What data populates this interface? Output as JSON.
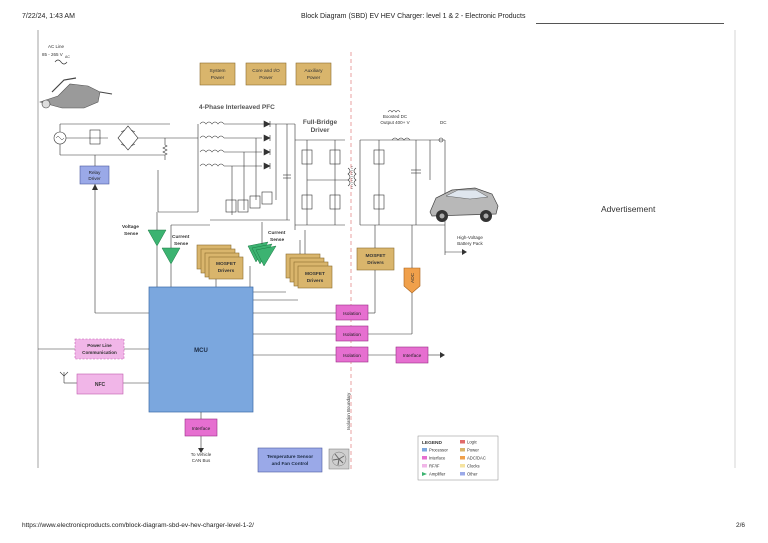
{
  "header": {
    "datetime": "7/22/24, 1:43 AM",
    "title": "Block Diagram (SBD) EV HEV Charger: level 1 & 2 - Electronic Products"
  },
  "footer": {
    "url": "https://www.electronicproducts.com/block-diagram-sbd-ev-hev-charger-level-1-2/",
    "page": "2/6"
  },
  "advertisement": "Advertisement",
  "diagram": {
    "ac_line": [
      "AC Line",
      "85 - 265 V",
      "AC"
    ],
    "power_blocks": [
      "System",
      "Power",
      "Core and I/O",
      "Power",
      "Auxiliary",
      "Power"
    ],
    "pfc_title": "4-Phase Interleaved PFC",
    "full_bridge": [
      "Full-Bridge",
      "Driver"
    ],
    "boosted_dc": [
      "Boosted DC",
      "Output 400+ V"
    ],
    "dc": "DC",
    "relay_driver": [
      "Relay",
      "Driver"
    ],
    "voltage_sense": [
      "Voltage",
      "Sense"
    ],
    "current_sense_1": [
      "Current",
      "Sense"
    ],
    "current_sense_2": [
      "Current",
      "Sense"
    ],
    "mosfet_drivers_1": [
      "MOSFET",
      "Drivers"
    ],
    "mosfet_drivers_2": [
      "MOSFET",
      "Drivers"
    ],
    "mosfet_drivers_3": [
      "MOSFET",
      "Drivers"
    ],
    "adc": "ADC",
    "battery": [
      "High-Voltage",
      "Battery Pack"
    ],
    "isolation_1": "Isolation",
    "isolation_2": "Isolation",
    "isolation_3": "Isolation",
    "interface_right": "Interface",
    "mcu": "MCU",
    "power_line": [
      "Power Line",
      "Communication"
    ],
    "nfc": "NFC",
    "interface_bottom": "Interface",
    "vehicle_can": [
      "To Vehicle",
      "CAN Bus"
    ],
    "temp_sensor": [
      "Temperature Sensor",
      "and Fan Control"
    ],
    "isolation_boundary": "Isolation Boundary",
    "legend": {
      "title": "LEGEND",
      "items": [
        "Logic",
        "Processor",
        "Power",
        "Interface",
        "ADC/DAC",
        "RF/IF",
        "Clocks",
        "Amplifier",
        "Other"
      ]
    },
    "colors": {
      "processor": "#7ba7de",
      "interface": "#e66fd0",
      "power": "#d9b56c",
      "amplifier": "#3cb371",
      "adc": "#f0a04b",
      "rfif": "#f1b6e8",
      "logic": "#e06b6b",
      "clocks": "#f5e3a0",
      "other": "#9aa9e8"
    }
  }
}
